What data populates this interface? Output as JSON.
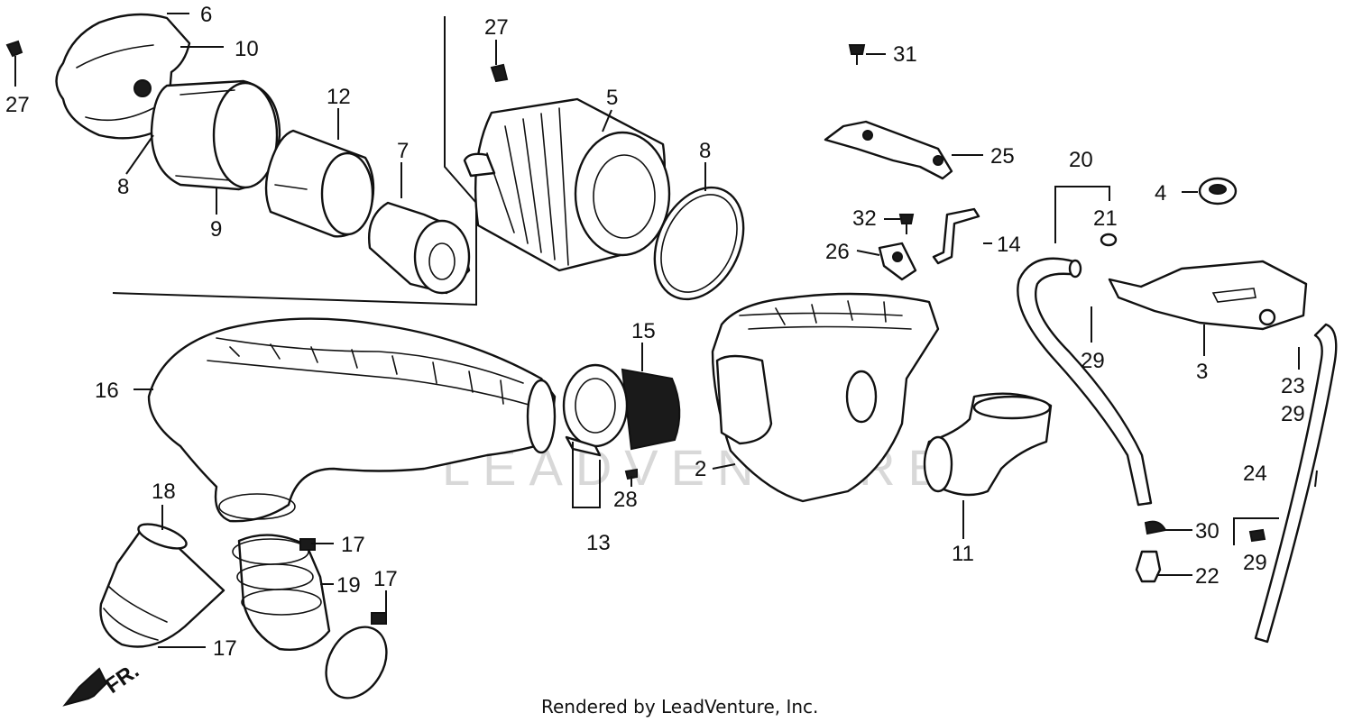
{
  "callouts": {
    "p2": "2",
    "p3": "3",
    "p4": "4",
    "p5": "5",
    "p6": "6",
    "p7": "7",
    "p8a": "8",
    "p8b": "8",
    "p9": "9",
    "p10": "10",
    "p11": "11",
    "p12": "12",
    "p13": "13",
    "p14": "14",
    "p15": "15",
    "p16": "16",
    "p17a": "17",
    "p17b": "17",
    "p17c": "17",
    "p18": "18",
    "p19": "19",
    "p20": "20",
    "p21": "21",
    "p22": "22",
    "p23": "23",
    "p24": "24",
    "p25": "25",
    "p26": "26",
    "p27a": "27",
    "p27b": "27",
    "p28": "28",
    "p29a": "29",
    "p29b": "29",
    "p29c": "29",
    "p30": "30",
    "p31": "31",
    "p32": "32"
  },
  "front_marker": "FR.",
  "watermark": "LEADVENTURE",
  "footer": "Rendered by LeadVenture, Inc."
}
